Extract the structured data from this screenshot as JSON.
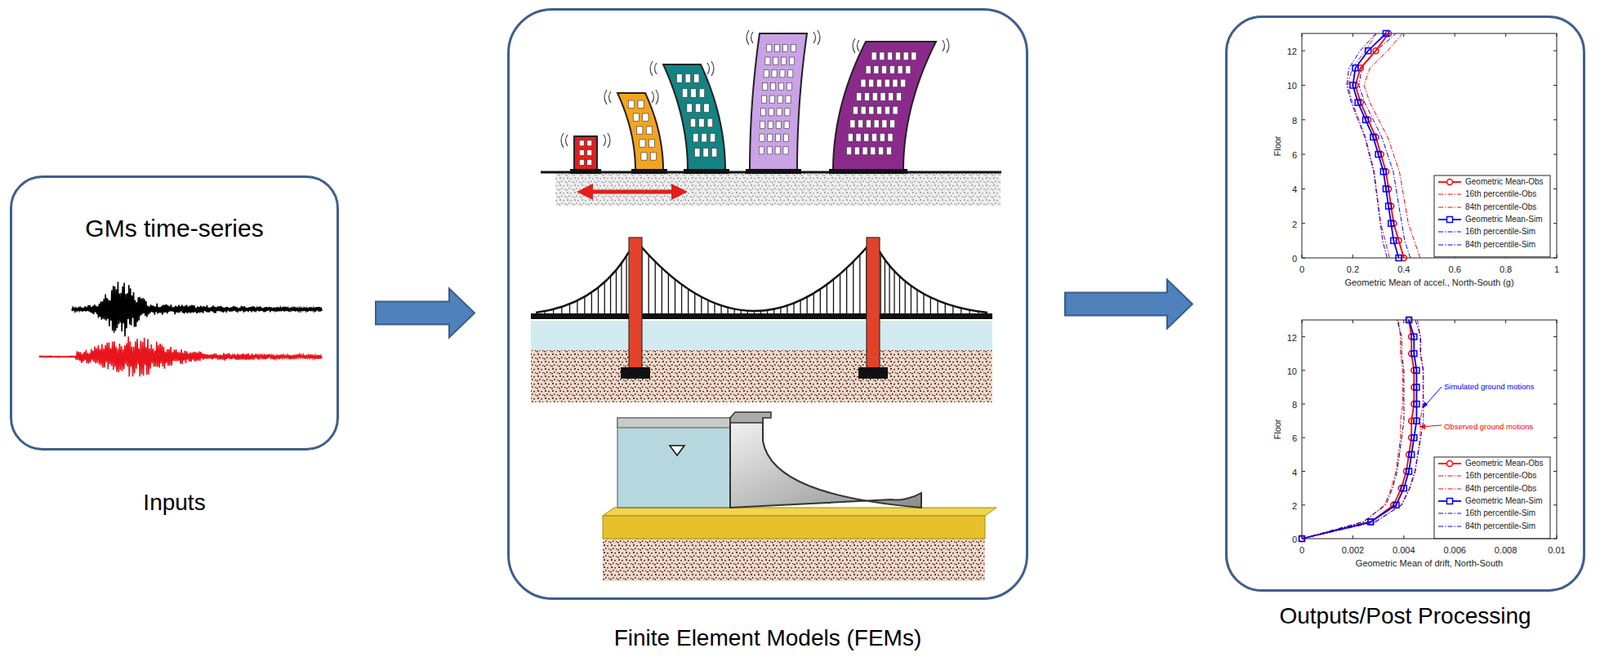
{
  "diagram": {
    "nodes": [
      {
        "text": [
          "GMs time-series",
          "Inputs"
        ]
      },
      {
        "text": [
          "Finite Element Models (FEMs)"
        ]
      },
      {
        "text": [
          "Outputs/Post Processing"
        ]
      }
    ],
    "edges": [
      {
        "from": 0,
        "to": 1,
        "arrow": "to"
      },
      {
        "from": 1,
        "to": 2,
        "arrow": "to"
      }
    ],
    "labels": [
      "0",
      "2",
      "4",
      "6",
      "8",
      "10",
      "12",
      "0",
      "0.2",
      "0.4",
      "0.6",
      "0.8",
      "1",
      "Floor",
      "Geometric Mean of accel., North-South (g)",
      "0",
      "2",
      "4",
      "6",
      "8",
      "10",
      "12",
      "0",
      "0.002",
      "0.004",
      "0.006",
      "0.008",
      "0.01",
      "Floor",
      "Geometric Mean of drift, North-South",
      "Simulated ground motions",
      "Observed ground motions"
    ],
    "legend": [
      {
        "text": "Geometric Mean-Obs"
      },
      {
        "text": "16th percentile-Obs"
      },
      {
        "text": "84th percentile-Obs"
      },
      {
        "text": "Geometric Mean-Sim"
      },
      {
        "text": "16th percentile-Sim"
      },
      {
        "text": "84th percentile-Sim"
      },
      {
        "text": "Geometric Mean-Obs"
      },
      {
        "text": "16th percentile-Obs"
      },
      {
        "text": "84th percentile-Obs"
      },
      {
        "text": "Geometric Mean-Sim"
      },
      {
        "text": "16th percentile-Sim"
      },
      {
        "text": "84th percentile-Sim"
      }
    ]
  }
}
